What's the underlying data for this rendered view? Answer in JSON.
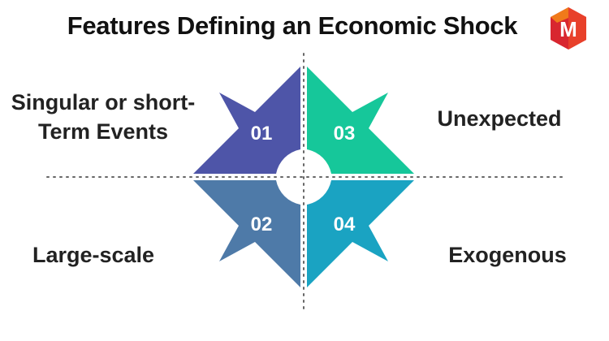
{
  "title": "Features Defining an Economic Shock",
  "logo": {
    "letter": "M",
    "colors": {
      "outer": "#d8262f",
      "inner": "#f07a1a"
    }
  },
  "quadrants": [
    {
      "number": "01",
      "label_lines": [
        "Singular or short-",
        "Term Events"
      ],
      "color": "#4e55a8"
    },
    {
      "number": "02",
      "label_lines": [
        "Large-scale"
      ],
      "color": "#4e7aa8"
    },
    {
      "number": "03",
      "label_lines": [
        "Unexpected"
      ],
      "color": "#16c79a"
    },
    {
      "number": "04",
      "label_lines": [
        "Exogenous"
      ],
      "color": "#1aa3c2"
    }
  ],
  "colors": {
    "guide": "#666666",
    "text": "#222222"
  }
}
